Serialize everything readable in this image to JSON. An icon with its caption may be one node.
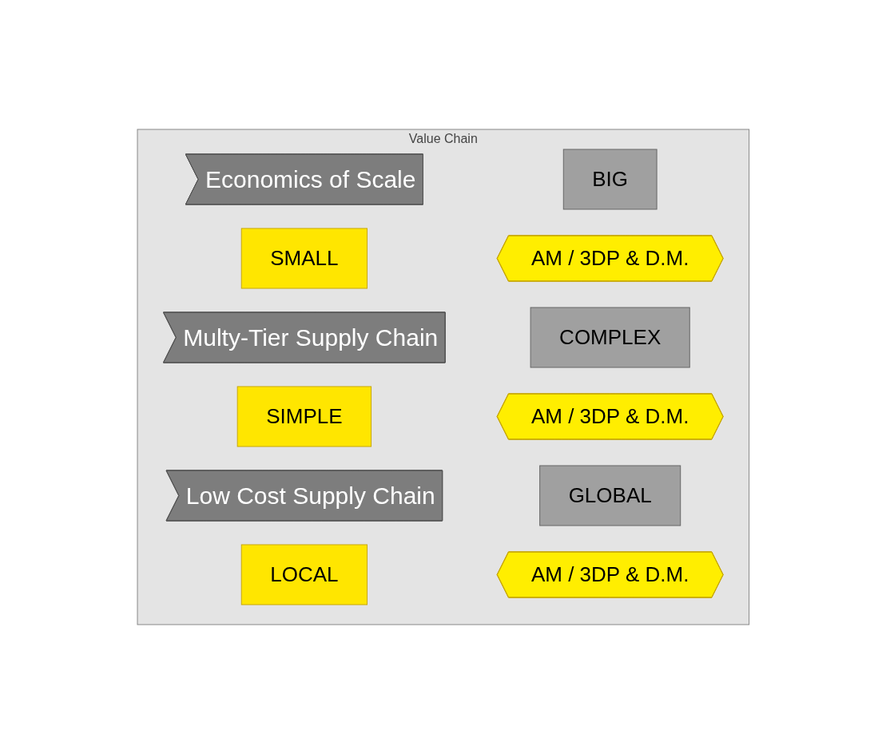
{
  "diagram": {
    "nodes": [
      {
        "text": [
          "Value Chain"
        ]
      },
      {
        "text": [
          "Economics of Scale"
        ],
        "in": 0
      },
      {
        "text": [
          "BIG"
        ],
        "in": 0
      },
      {
        "text": [
          "SMALL"
        ],
        "in": 0
      },
      {
        "text": [
          "AM / 3DP & D.M."
        ],
        "in": 0
      },
      {
        "text": [
          "Multy-Tier Supply Chain"
        ],
        "in": 0
      },
      {
        "text": [
          "COMPLEX"
        ],
        "in": 0
      },
      {
        "text": [
          "SIMPLE"
        ],
        "in": 0
      },
      {
        "text": [
          "AM / 3DP & D.M."
        ],
        "in": 0
      },
      {
        "text": [
          "Low Cost Supply Chain"
        ],
        "in": 0
      },
      {
        "text": [
          "GLOBAL"
        ],
        "in": 0
      },
      {
        "text": [
          "LOCAL"
        ],
        "in": 0
      },
      {
        "text": [
          "AM / 3DP & D.M."
        ],
        "in": 0
      }
    ]
  }
}
